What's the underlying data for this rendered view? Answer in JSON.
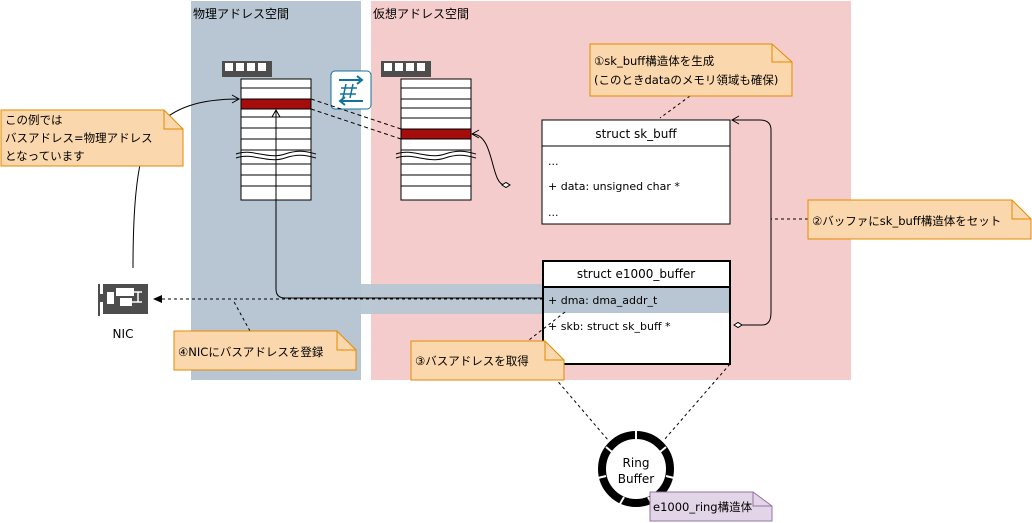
{
  "regions": {
    "physical": {
      "label": "物理アドレス空間",
      "color": "#b7c6d2"
    },
    "virtual": {
      "label": "仮想アドレス空間",
      "color": "#f5cccc"
    }
  },
  "colors": {
    "note": "#fad7ac",
    "note_border": "#e68a00",
    "highlight_row": "#a50d0d",
    "purple_note": "#e1d5e7",
    "purple_border": "#9673a6",
    "band": "#b7c6d2"
  },
  "sk_buff": {
    "title": "struct sk_buff",
    "rows": [
      "...",
      "+ data: unsigned char *",
      "..."
    ]
  },
  "e1000_buffer": {
    "title": "struct e1000_buffer",
    "rows": [
      "+ dma: dma_addr_t",
      "+ skb: struct sk_buff *"
    ]
  },
  "ring": {
    "line1": "Ring",
    "line2": "Buffer"
  },
  "nic": {
    "label": "NIC",
    "icon": "network-card-icon"
  },
  "icons": {
    "memory": "memory-chip-icon",
    "hash": "hash-arrows-icon"
  },
  "notes": {
    "step1": {
      "line1": "①sk_buff構造体を生成",
      "line2": "(このときdataのメモリ領域も確保)"
    },
    "step2": {
      "line1": "②バッファにsk_buff構造体をセット"
    },
    "step3": {
      "line1": "③バスアドレスを取得"
    },
    "step4": {
      "line1": "④NICにバスアドレスを登録"
    },
    "bus_note": {
      "line1": "この例では",
      "line2": "バスアドレス=物理アドレス",
      "line3": "となっています"
    },
    "ring_note": {
      "line1": "e1000_ring構造体"
    }
  }
}
